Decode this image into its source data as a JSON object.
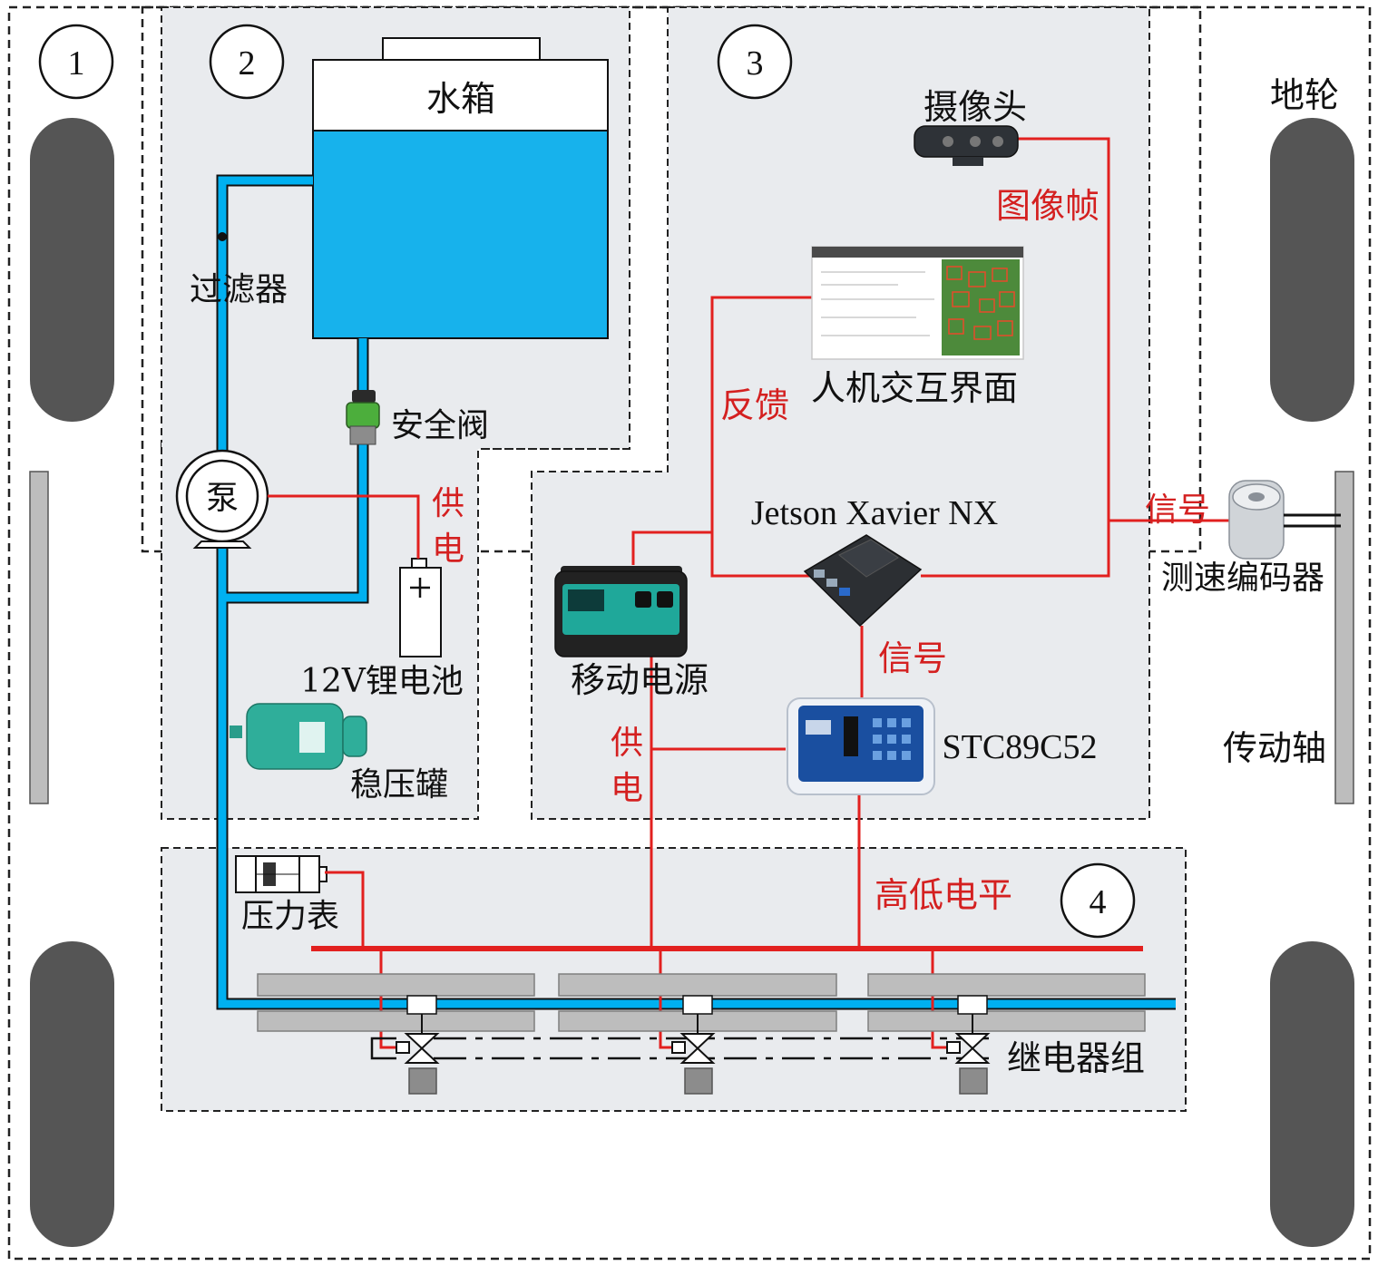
{
  "colors": {
    "water": "#00B0F0",
    "water_fill": "#17B2EC",
    "signal": "#E2201F",
    "panel": "#E9EBEE",
    "wheel": "#555555",
    "label_red": "#D42020"
  },
  "zones": [
    "1",
    "2",
    "3",
    "4"
  ],
  "labels": {
    "water_tank": "水箱",
    "filter": "过滤器",
    "safety_valve": "安全阀",
    "pump": "泵",
    "battery": "12V锂电池",
    "pressure_tank": "稳压罐",
    "pressure_gauge": "压力表",
    "camera": "摄像头",
    "hmi": "人机交互界面",
    "jetson": "Jetson Xavier NX",
    "power_bank": "移动电源",
    "mcu": "STC89C52",
    "encoder": "测速编码器",
    "ground_wheel": "地轮",
    "drive_shaft": "传动轴",
    "relay_group": "继电器组"
  },
  "signal_labels": {
    "image_frame": "图像帧",
    "feedback": "反馈",
    "power_supply_1": [
      "供",
      "电"
    ],
    "power_supply_2": [
      "供",
      "电"
    ],
    "signal_encoder": "信号",
    "signal_mcu": "信号",
    "high_low_level": "高低电平"
  }
}
